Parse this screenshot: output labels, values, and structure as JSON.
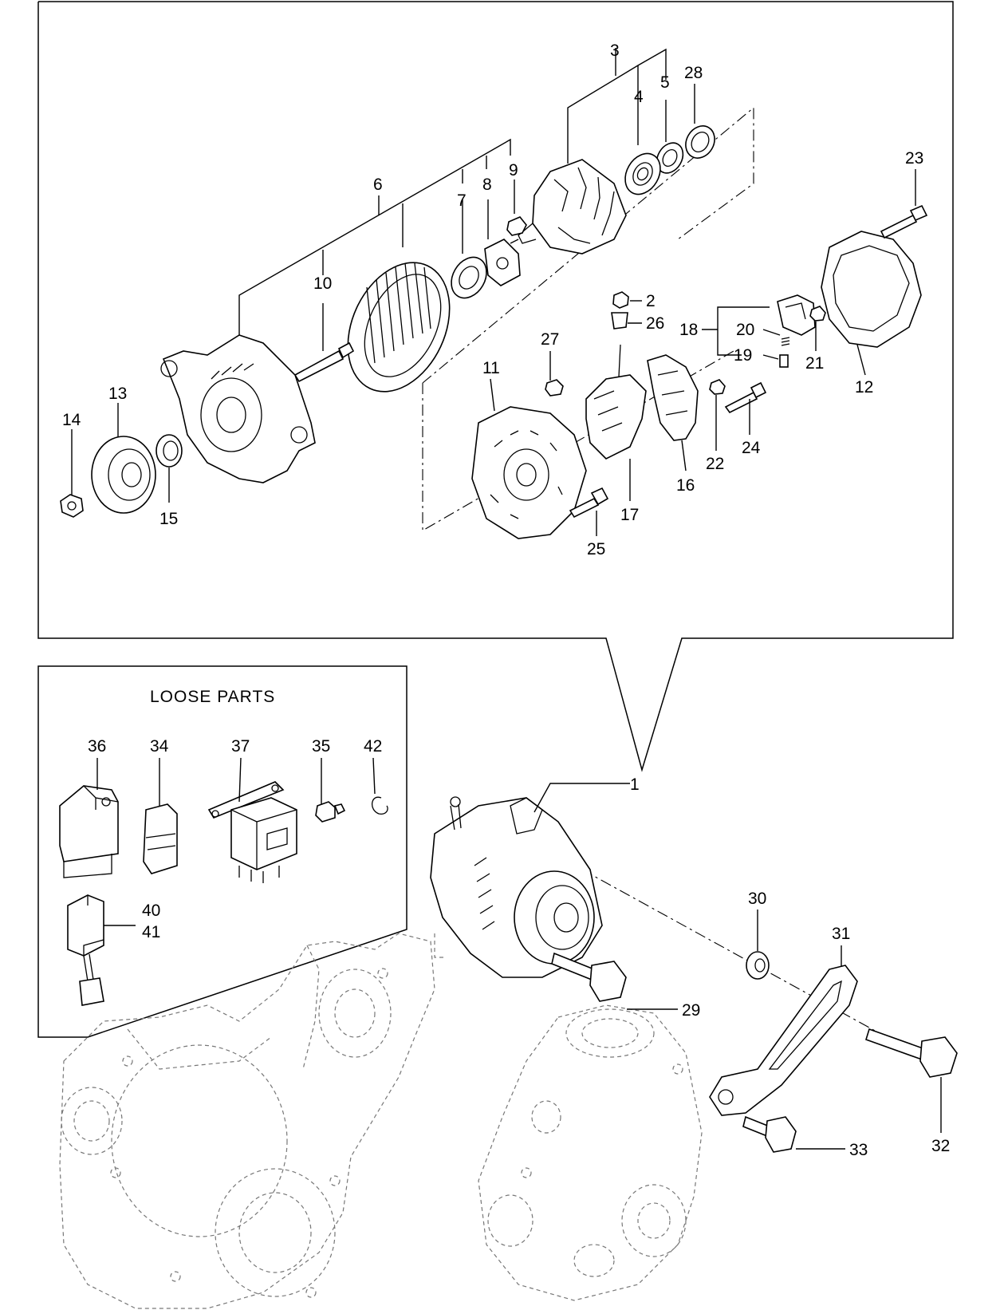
{
  "loose_parts_title": "LOOSE  PARTS",
  "callouts": {
    "c1": "1",
    "c2": "2",
    "c3": "3",
    "c4": "4",
    "c5": "5",
    "c6": "6",
    "c7": "7",
    "c8": "8",
    "c9": "9",
    "c10": "10",
    "c11": "11",
    "c12": "12",
    "c13": "13",
    "c14": "14",
    "c15": "15",
    "c16": "16",
    "c17": "17",
    "c18": "18",
    "c19": "19",
    "c20": "20",
    "c21": "21",
    "c22": "22",
    "c23": "23",
    "c24": "24",
    "c25": "25",
    "c26": "26",
    "c27": "27",
    "c28": "28",
    "c29": "29",
    "c30": "30",
    "c31": "31",
    "c32": "32",
    "c33": "33",
    "c34": "34",
    "c35": "35",
    "c36": "36",
    "c37": "37",
    "c40": "40",
    "c41": "41",
    "c42": "42"
  }
}
